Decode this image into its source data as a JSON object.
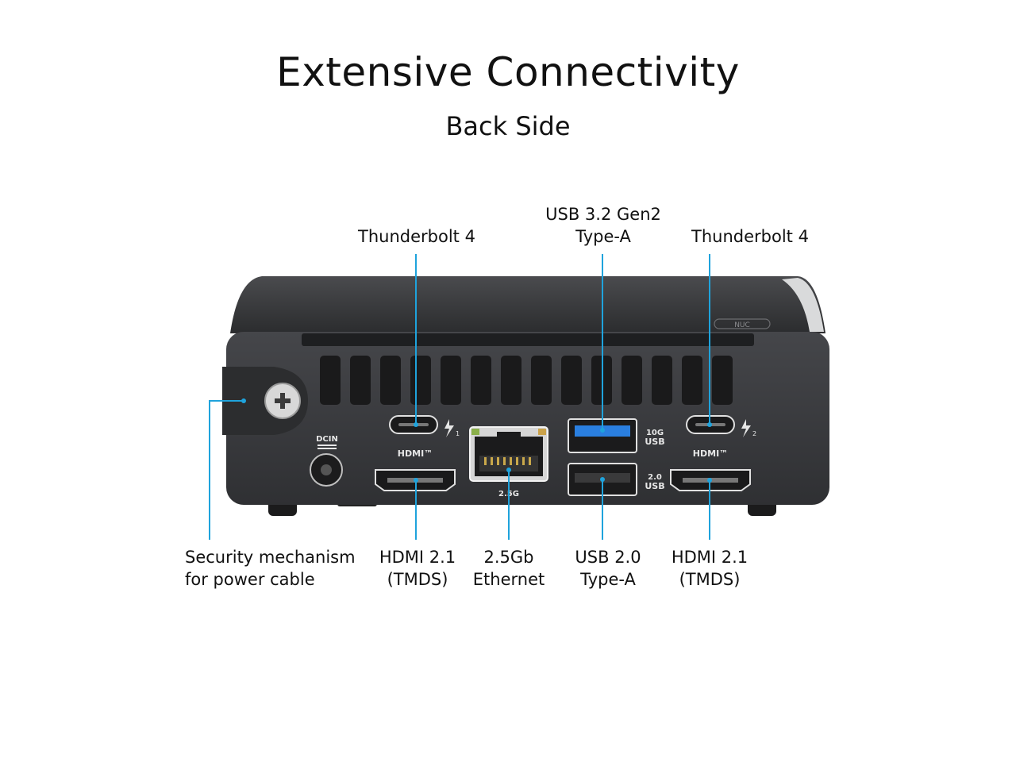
{
  "header": {
    "title": "Extensive Connectivity",
    "subtitle": "Back Side"
  },
  "callouts_top": [
    {
      "id": "tb4-1",
      "label": "Thunderbolt  4"
    },
    {
      "id": "usb32",
      "line1": "USB 3.2 Gen2",
      "line2": "Type-A"
    },
    {
      "id": "tb4-2",
      "label": "Thunderbolt  4"
    }
  ],
  "callouts_bottom": [
    {
      "id": "security",
      "line1": "Security mechanism",
      "line2": "for power cable"
    },
    {
      "id": "hdmi-1",
      "line1": "HDMI 2.1",
      "line2": "(TMDS)"
    },
    {
      "id": "ethernet",
      "line1": "2.5Gb",
      "line2": "Ethernet"
    },
    {
      "id": "usb20",
      "line1": "USB 2.0",
      "line2": "Type-A"
    },
    {
      "id": "hdmi-2",
      "line1": "HDMI 2.1",
      "line2": "(TMDS)"
    }
  ],
  "device_labels": {
    "dcin": "DCIN",
    "hdmi_logo": "HDMI™",
    "ethernet_speed": "2.5G",
    "usb_10g_top": "10G",
    "usb_10g_bottom": "USB",
    "usb_20_top": "2.0",
    "usb_20_bottom": "USB",
    "tb_index_1": "1",
    "tb_index_2": "2",
    "brand": "NUC"
  },
  "colors": {
    "accent_line": "#1fa3dc",
    "chassis": "#3a3b3d",
    "chassis_top": "#2a2b2d",
    "usb3_blue": "#2a7fe0"
  }
}
